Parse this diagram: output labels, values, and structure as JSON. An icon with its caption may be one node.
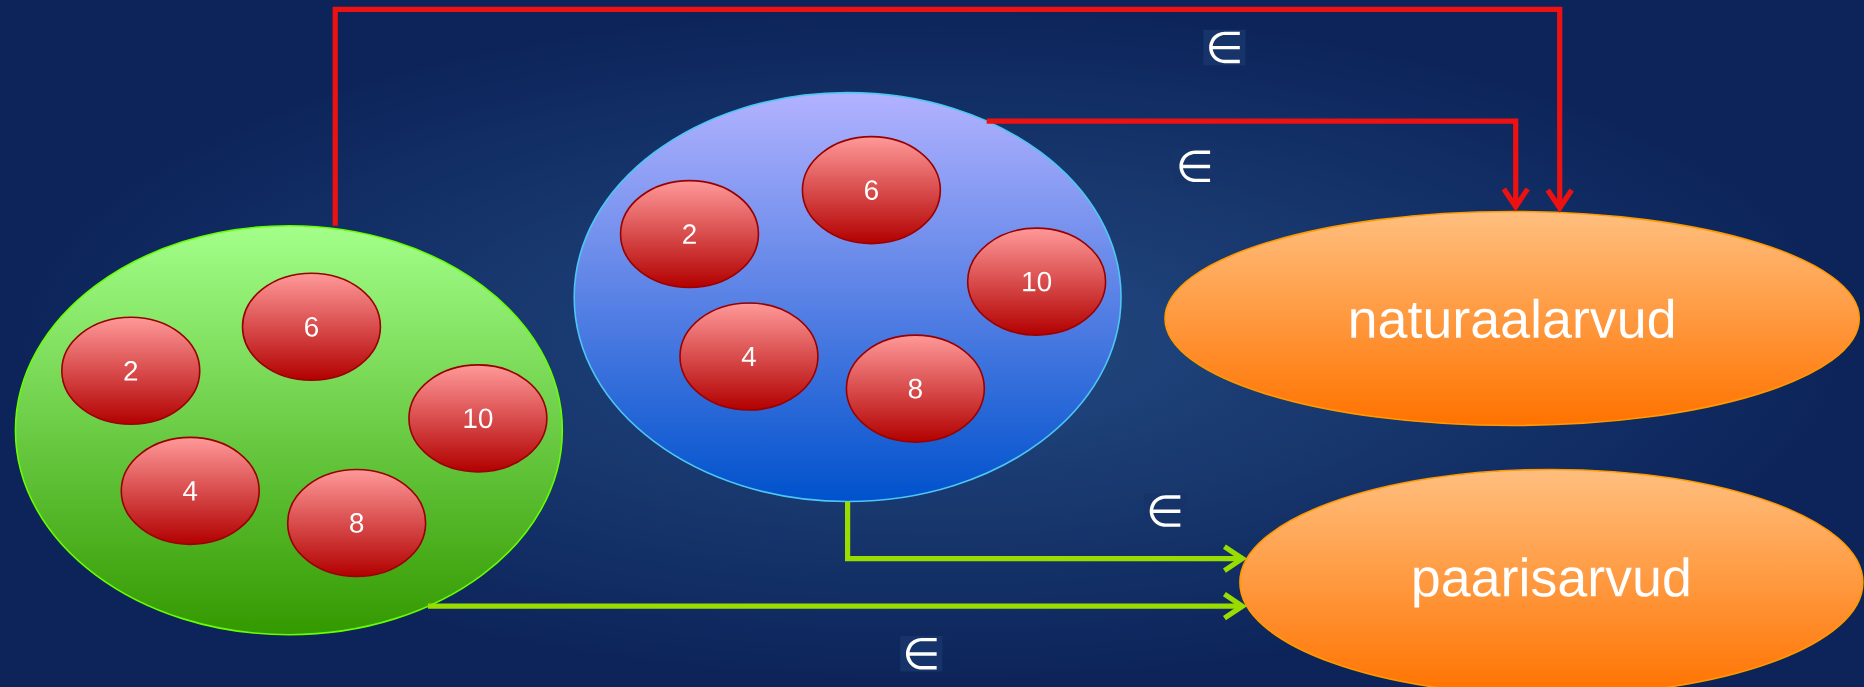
{
  "diagram": {
    "nodes": [
      {
        "text": [],
        "shape": "ellipse"
      },
      {
        "text": [
          "2"
        ],
        "in": 0
      },
      {
        "text": [
          "6"
        ],
        "in": 0
      },
      {
        "text": [
          "10"
        ],
        "in": 0
      },
      {
        "text": [
          "4"
        ],
        "in": 0
      },
      {
        "text": [
          "8"
        ],
        "in": 0
      },
      {
        "text": [],
        "shape": "ellipse"
      },
      {
        "text": [
          "2"
        ],
        "in": 6
      },
      {
        "text": [
          "6"
        ],
        "in": 6
      },
      {
        "text": [
          "10"
        ],
        "in": 6
      },
      {
        "text": [
          "4"
        ],
        "in": 6
      },
      {
        "text": [
          "8"
        ],
        "in": 6
      },
      {
        "text": [
          "naturaalarvud"
        ]
      },
      {
        "text": [
          "paarisarvud"
        ]
      }
    ],
    "edges": [
      {
        "from": 0,
        "to": 12,
        "arrow": "to",
        "label": "∈",
        "color": "#ee1111"
      },
      {
        "from": 6,
        "to": 12,
        "arrow": "to",
        "label": "∈",
        "color": "#ee1111"
      },
      {
        "from": 6,
        "to": 13,
        "arrow": "to",
        "label": "∈",
        "color": "#99dd00"
      },
      {
        "from": 0,
        "to": 13,
        "arrow": "to",
        "label": "∈",
        "color": "#99dd00"
      }
    ]
  }
}
